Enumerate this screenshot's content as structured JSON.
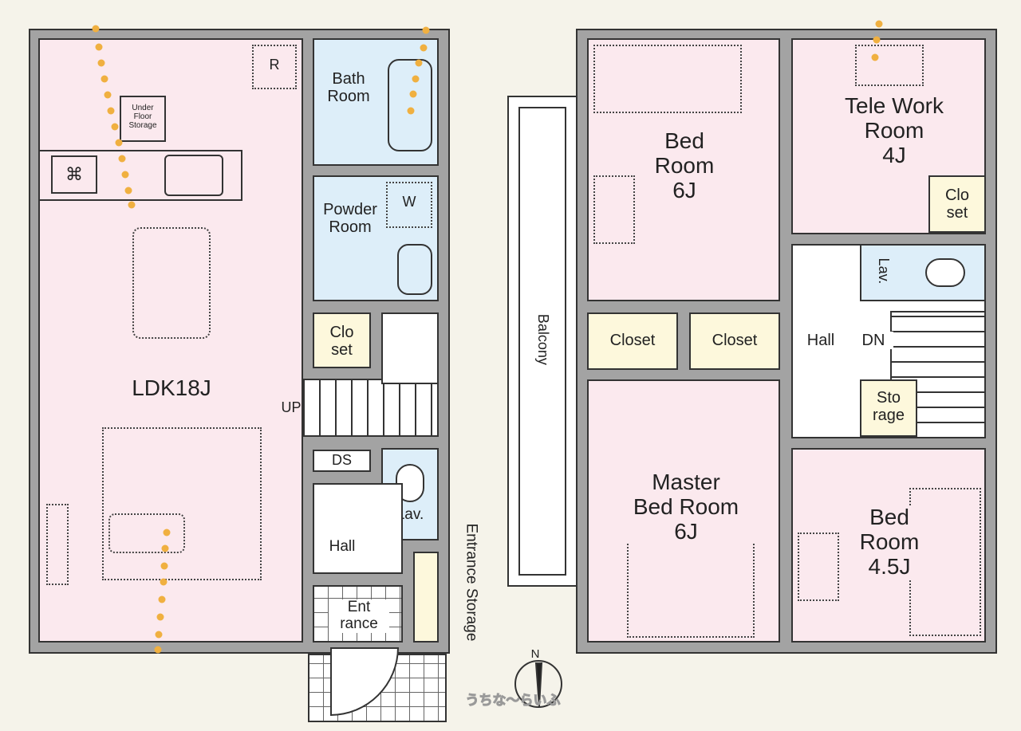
{
  "first_floor": {
    "ldk": "LDK18J",
    "under_floor": "Under\nFloor\nStorage",
    "r_mark": "R",
    "bath": "Bath\nRoom",
    "powder": "Powder\nRoom",
    "w_mark": "W",
    "closet": "Clo\nset",
    "up": "UP",
    "ds": "DS",
    "lav": "Lav.",
    "hall": "Hall",
    "entrance": "Ent\nrance",
    "entrance_storage": "Entrance Storage"
  },
  "second_floor": {
    "bed1": "Bed\nRoom\n6J",
    "telework": "Tele Work\nRoom\n4J",
    "closet_small": "Clo\nset",
    "lav": "Lav.",
    "hall": "Hall",
    "dn": "DN",
    "closet_a": "Closet",
    "closet_b": "Closet",
    "storage": "Sto\nrage",
    "master": "Master\nBed Room\n6J",
    "bed2": "Bed\nRoom\n4.5J",
    "balcony": "Balcony"
  },
  "compass": {
    "north": "N"
  },
  "watermark": "うちな〜らいふ",
  "colors": {
    "living": "#fbe9ee",
    "wet": "#ddeef9",
    "storage": "#fdf8dc",
    "wall": "#a3a3a3",
    "path": "#f0b040"
  }
}
